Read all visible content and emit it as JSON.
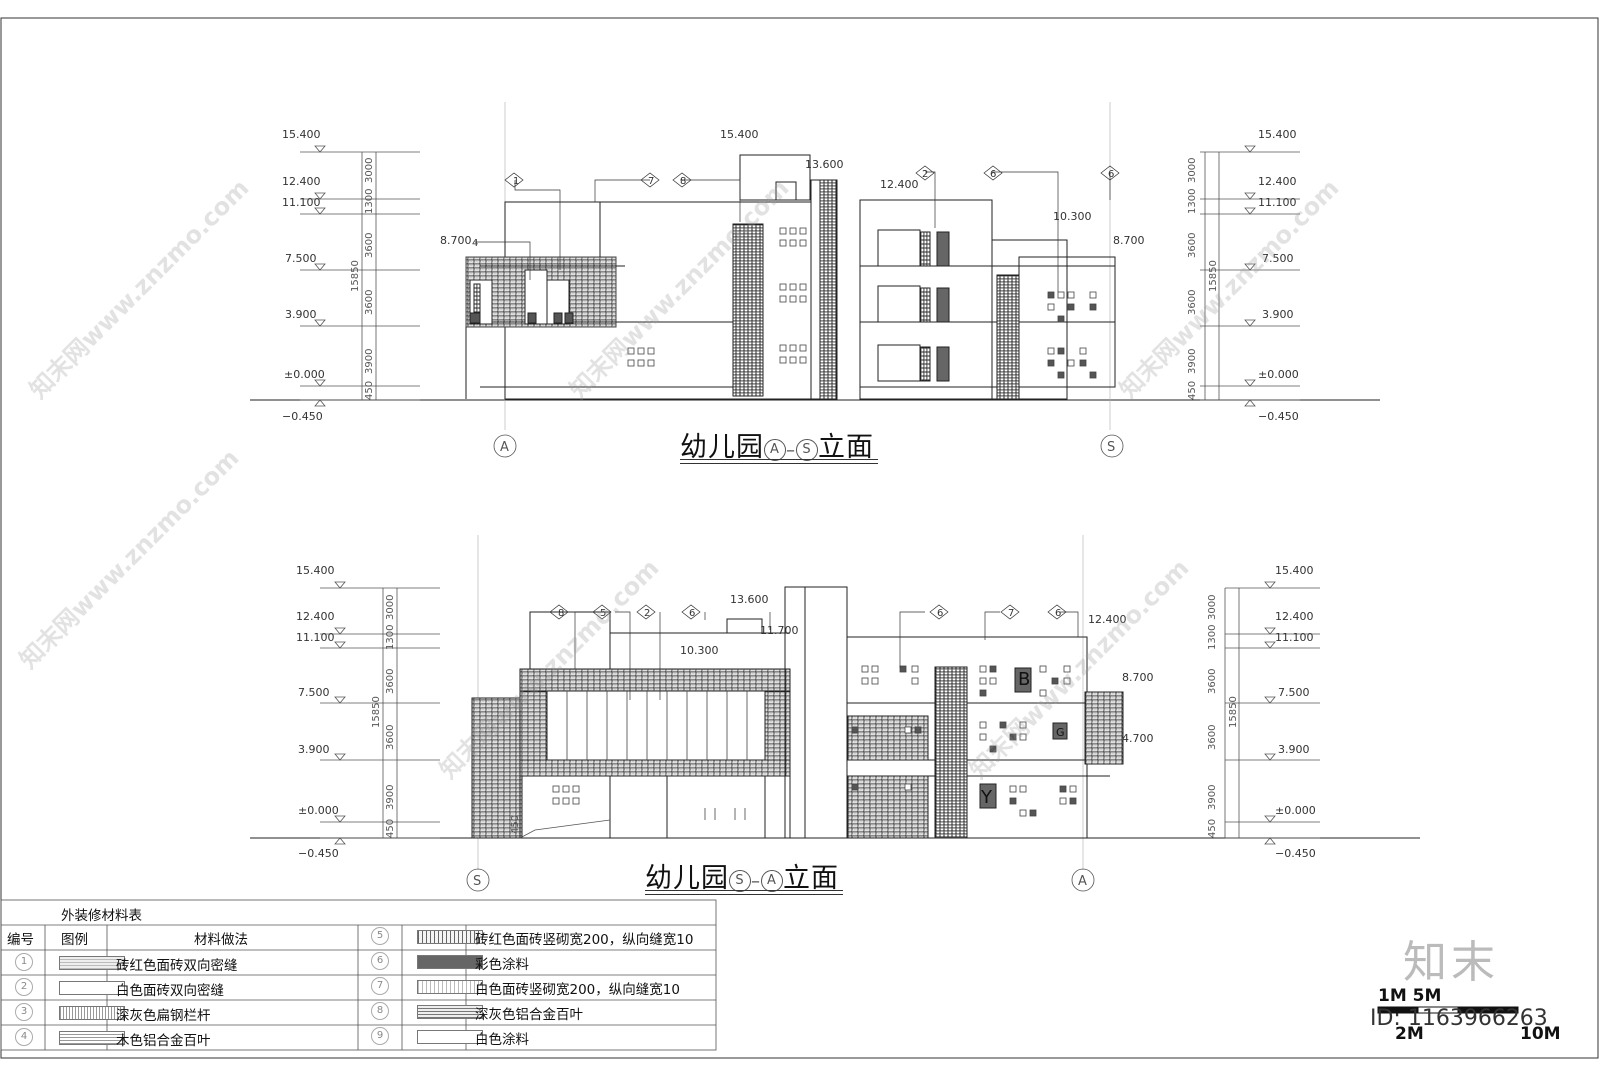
{
  "titles": {
    "top": {
      "prefix": "幼儿园",
      "a": "A",
      "b": "S",
      "suffix": "立面"
    },
    "bottom": {
      "prefix": "幼儿园",
      "a": "S",
      "b": "A",
      "suffix": "立面"
    }
  },
  "levels": {
    "l15400": "15.400",
    "l12400": "12.400",
    "l11100": "11.100",
    "l7500": "7.500",
    "l3900": "3.900",
    "l0": "±0.000",
    "lm450": "−0.450",
    "l13600": "13.600",
    "l10300": "10.300",
    "l8700": "8.700",
    "l11700": "11.700",
    "l4700": "4.700"
  },
  "dims": {
    "d3000": "3000",
    "d1300": "1300",
    "d3600": "3600",
    "d3900": "3900",
    "d450": "450",
    "d15850": "15850"
  },
  "axes": {
    "A": "A",
    "S": "S"
  },
  "callouts": {
    "c1": "1",
    "c2": "2",
    "c4": "4",
    "c5": "5",
    "c6": "6",
    "c7": "7",
    "c8": "8"
  },
  "letters": {
    "B": "B",
    "G": "G",
    "Y": "Y"
  },
  "legend": {
    "header": "外装修材料表",
    "col_num": "编号",
    "col_swatch": "图例",
    "col_method": "材料做法",
    "items": [
      {
        "num": "1",
        "text": "砖红色面砖双向密缝",
        "swatch": "brick"
      },
      {
        "num": "2",
        "text": "白色面砖双向密缝",
        "swatch": "white"
      },
      {
        "num": "3",
        "text": "深灰色扁钢栏杆",
        "swatch": "rail"
      },
      {
        "num": "4",
        "text": "木色铝合金百叶",
        "swatch": "wood"
      },
      {
        "num": "5",
        "text": "砖红色面砖竖砌宽200，纵向缝宽10",
        "swatch": "vbrick"
      },
      {
        "num": "6",
        "text": "彩色涂料",
        "swatch": "paint"
      },
      {
        "num": "7",
        "text": "白色面砖竖砌宽200，纵向缝宽10",
        "swatch": "vwhite"
      },
      {
        "num": "8",
        "text": "深灰色铝合金百叶",
        "swatch": "louver"
      },
      {
        "num": "9",
        "text": "白色涂料",
        "swatch": "white"
      }
    ]
  },
  "brand": "知末",
  "scale": {
    "top": "1M 5M",
    "bottom_left": "2M",
    "bottom_right": "10M"
  },
  "id_text": "ID: 1163966263",
  "watermark": "知末网www.znzmo.com",
  "colors": {
    "line": "#222222",
    "paint": "#666666",
    "grid": "#999999"
  }
}
